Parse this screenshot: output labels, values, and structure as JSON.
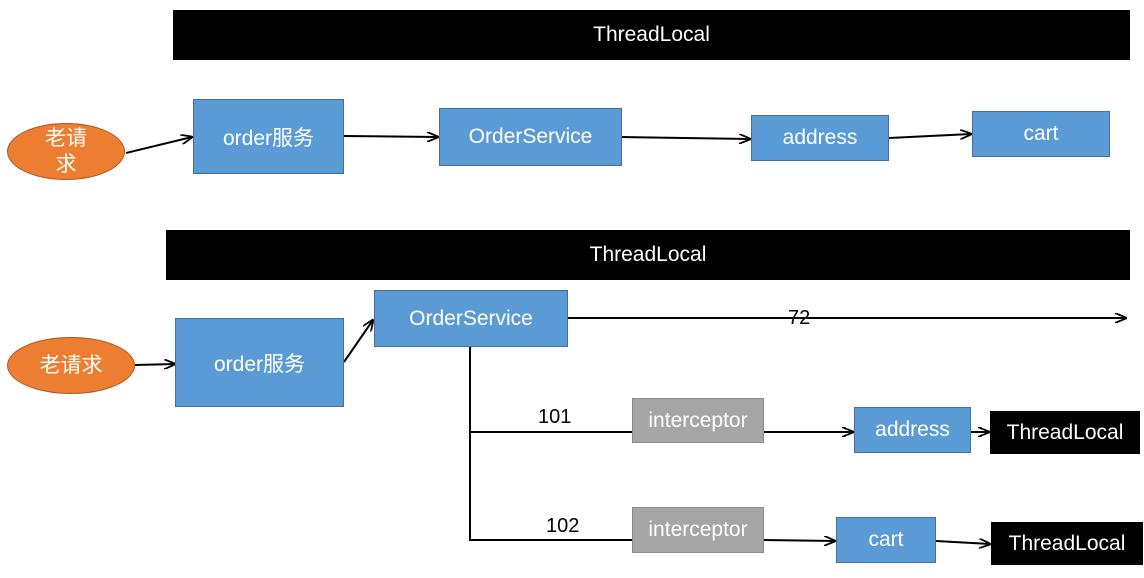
{
  "top": {
    "banner": "ThreadLocal",
    "request": "老请求",
    "order_service_cn": "order服务",
    "order_service": "OrderService",
    "address": "address",
    "cart": "cart"
  },
  "bottom": {
    "banner": "ThreadLocal",
    "request": "老请求",
    "order_service_cn": "order服务",
    "order_service": "OrderService",
    "thread_main": "72",
    "thread_a": "101",
    "thread_b": "102",
    "interceptor_a": "interceptor",
    "interceptor_b": "interceptor",
    "address": "address",
    "cart": "cart",
    "threadlocal_a": "ThreadLocal",
    "threadlocal_b": "ThreadLocal"
  },
  "colors": {
    "box_fill": "#5b9bd5",
    "oval_fill": "#ed7d31",
    "interceptor_fill": "#a5a5a5",
    "banner_fill": "#000000"
  }
}
